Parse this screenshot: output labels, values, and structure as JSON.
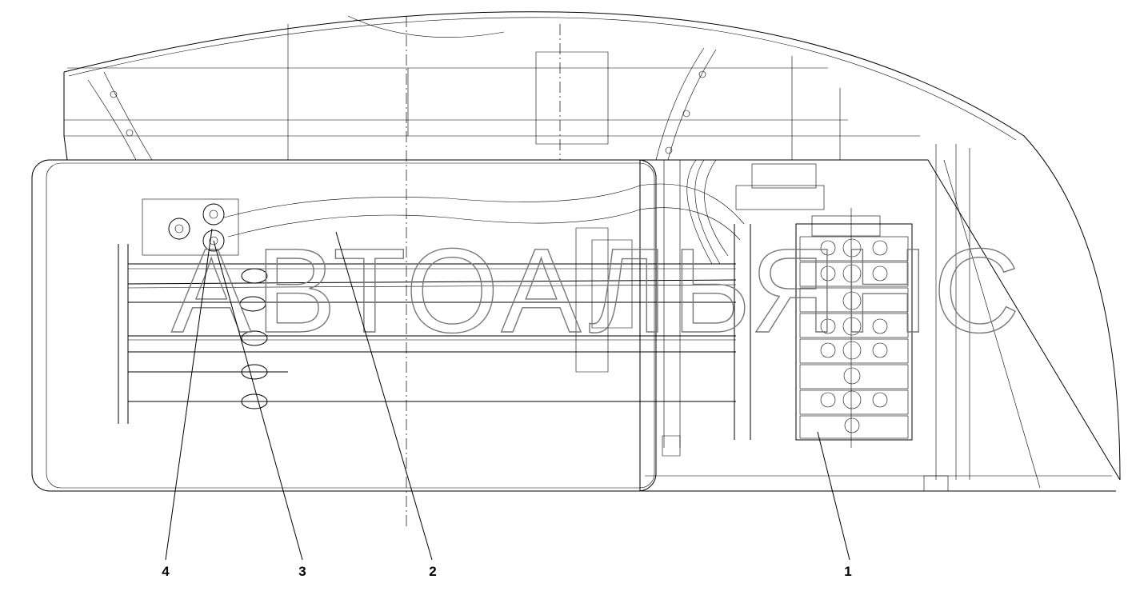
{
  "watermark": "АВТОАЛЬЯНС",
  "callouts": [
    {
      "label": "1"
    },
    {
      "label": "2"
    },
    {
      "label": "3"
    },
    {
      "label": "4"
    }
  ]
}
